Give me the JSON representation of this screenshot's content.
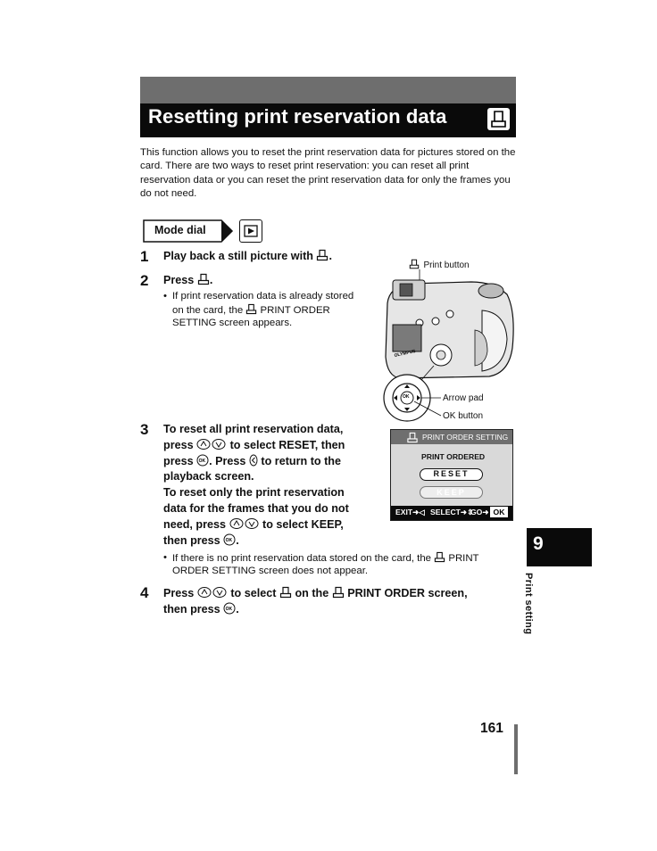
{
  "header": {
    "title": "Resetting print reservation data",
    "title_icon": "print-icon"
  },
  "intro": {
    "text": "This function allows you to reset the print reservation data for pictures stored on the card. There are two ways to reset print reservation: you can reset all print reservation data or you can reset the print reservation data for only the frames you do not need."
  },
  "mode_dial": {
    "label": "Mode dial",
    "icon": "playback-icon"
  },
  "callouts": {
    "print_button": "Print button",
    "arrow_pad": "Arrow pad",
    "ok_button": "OK button"
  },
  "steps": {
    "s1": {
      "num": "1",
      "a": "Play back a still picture with",
      "b": "."
    },
    "s2": {
      "num": "2",
      "a": "Press",
      "b": ".",
      "note_1": "If print reservation data is already stored",
      "note_2a": "on the card, the",
      "note_2b": "PRINT ORDER",
      "note_3": "SETTING screen appears."
    },
    "s3": {
      "num": "3",
      "l1": "To reset all print reservation data,",
      "l2a": "press",
      "l2b": "to select RESET, then",
      "l3a": "press",
      "l3b": ". Press",
      "l3c": "to return to the",
      "l4": "playback screen.",
      "l5": "To reset only the print reservation",
      "l6": "data for the frames that you do not",
      "l7a": "need, press",
      "l7b": "to select KEEP,",
      "l8a": "then press",
      "l8b": ".",
      "note_1a": "If there is no print reservation data stored on the card, the",
      "note_1b": "PRINT",
      "note_2": "ORDER SETTING screen does not appear."
    },
    "s4": {
      "num": "4",
      "l1a": "Press",
      "l1b": "to select",
      "l1c": "on the",
      "l1d": "PRINT ORDER screen,",
      "l2a": "then press",
      "l2b": "."
    }
  },
  "lcd": {
    "header": "PRINT ORDER SETTING",
    "subtitle": "PRINT ORDERED",
    "options": [
      "RESET",
      "KEEP"
    ],
    "selected": "RESET",
    "footer_exit": "EXIT",
    "footer_select": "SELECT",
    "footer_go": "GO",
    "footer_ok": "OK"
  },
  "chapter": {
    "number": "9",
    "name": "Print setting"
  },
  "page": {
    "number": "161"
  },
  "colors": {
    "title_bar": "#0a0a0a",
    "band": "#6e6e6e",
    "lcd_header": "#6f6f6f"
  }
}
